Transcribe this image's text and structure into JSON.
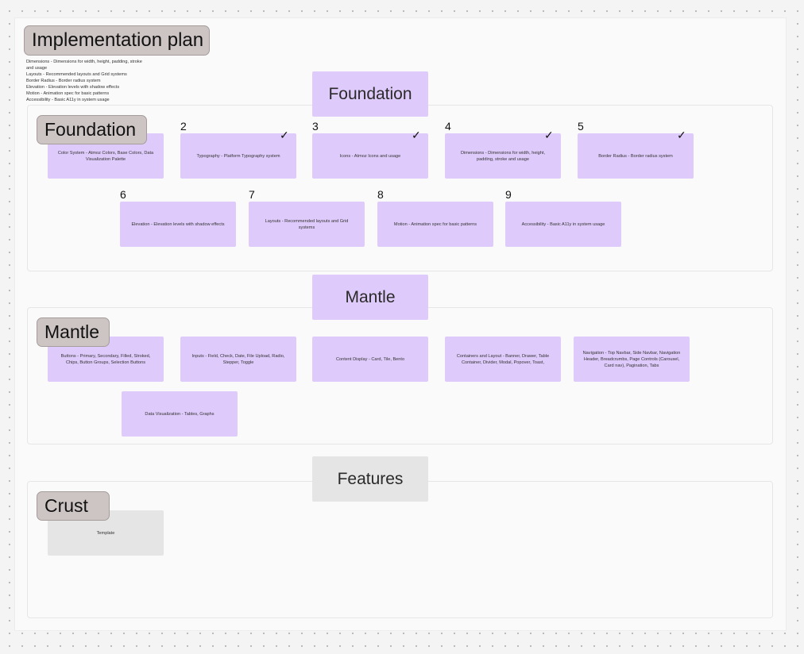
{
  "title": "Implementation plan",
  "notes": [
    "Dimensions - Dimensions for width, height, padding, stroke and usage",
    "Layouts - Recommended layouts and Grid systems",
    "Border Radius - Border radius system",
    "Elevation - Elevation levels with shadow effects",
    "Motion - Animation spec for basic patterns",
    "Accessibility - Basic A11y in system usage"
  ],
  "foundation": {
    "header": "Foundation",
    "tag": "Foundation",
    "cards": [
      {
        "num": "",
        "text": "Color System - Atmoz Colors, Base Colors, Data Visualization Palette",
        "done": false
      },
      {
        "num": "2",
        "text": "Typography - Platform Typography system",
        "done": true
      },
      {
        "num": "3",
        "text": "Icons - Atmoz Icons and usage",
        "done": true
      },
      {
        "num": "4",
        "text": "Dimensions - Dimensions for width, height, padding, stroke and usage",
        "done": true
      },
      {
        "num": "5",
        "text": "Border Radius - Border radius system",
        "done": true
      },
      {
        "num": "6",
        "text": "Elevation - Elevation levels with shadow effects",
        "done": false
      },
      {
        "num": "7",
        "text": "Layouts - Recommended layouts and Grid systems",
        "done": false
      },
      {
        "num": "8",
        "text": "Motion - Animation spec for basic patterns",
        "done": false
      },
      {
        "num": "9",
        "text": "Accessibility - Basic A11y in system usage",
        "done": false
      }
    ]
  },
  "mantle": {
    "header": "Mantle",
    "tag": "Mantle",
    "cards": [
      {
        "text": "Buttons - Primary, Secondary, Filled, Stroked, Chips, Button Groups, Selection Buttons"
      },
      {
        "text": "Inputs - Field, Check, Date, File Upload, Radio, Stepper, Toggle"
      },
      {
        "text": "Content Display  - Card, Tile, Bento"
      },
      {
        "text": "Containers and Layout - Banner, Drawer, Table Container, Divider, Modal, Popover, Toast,"
      },
      {
        "text": "Navigation - Top Navbar, Side Navbar, Navigation Header,  Breadcrumbs, Page Controls (Carousel, Card nav), Pagination, Tabs"
      },
      {
        "text": "Data Visualization -  Tables, Graphs"
      }
    ]
  },
  "crust": {
    "header": "Features",
    "tag": "Crust",
    "cards": [
      {
        "text": "Template"
      }
    ]
  },
  "check_glyph": "✓"
}
